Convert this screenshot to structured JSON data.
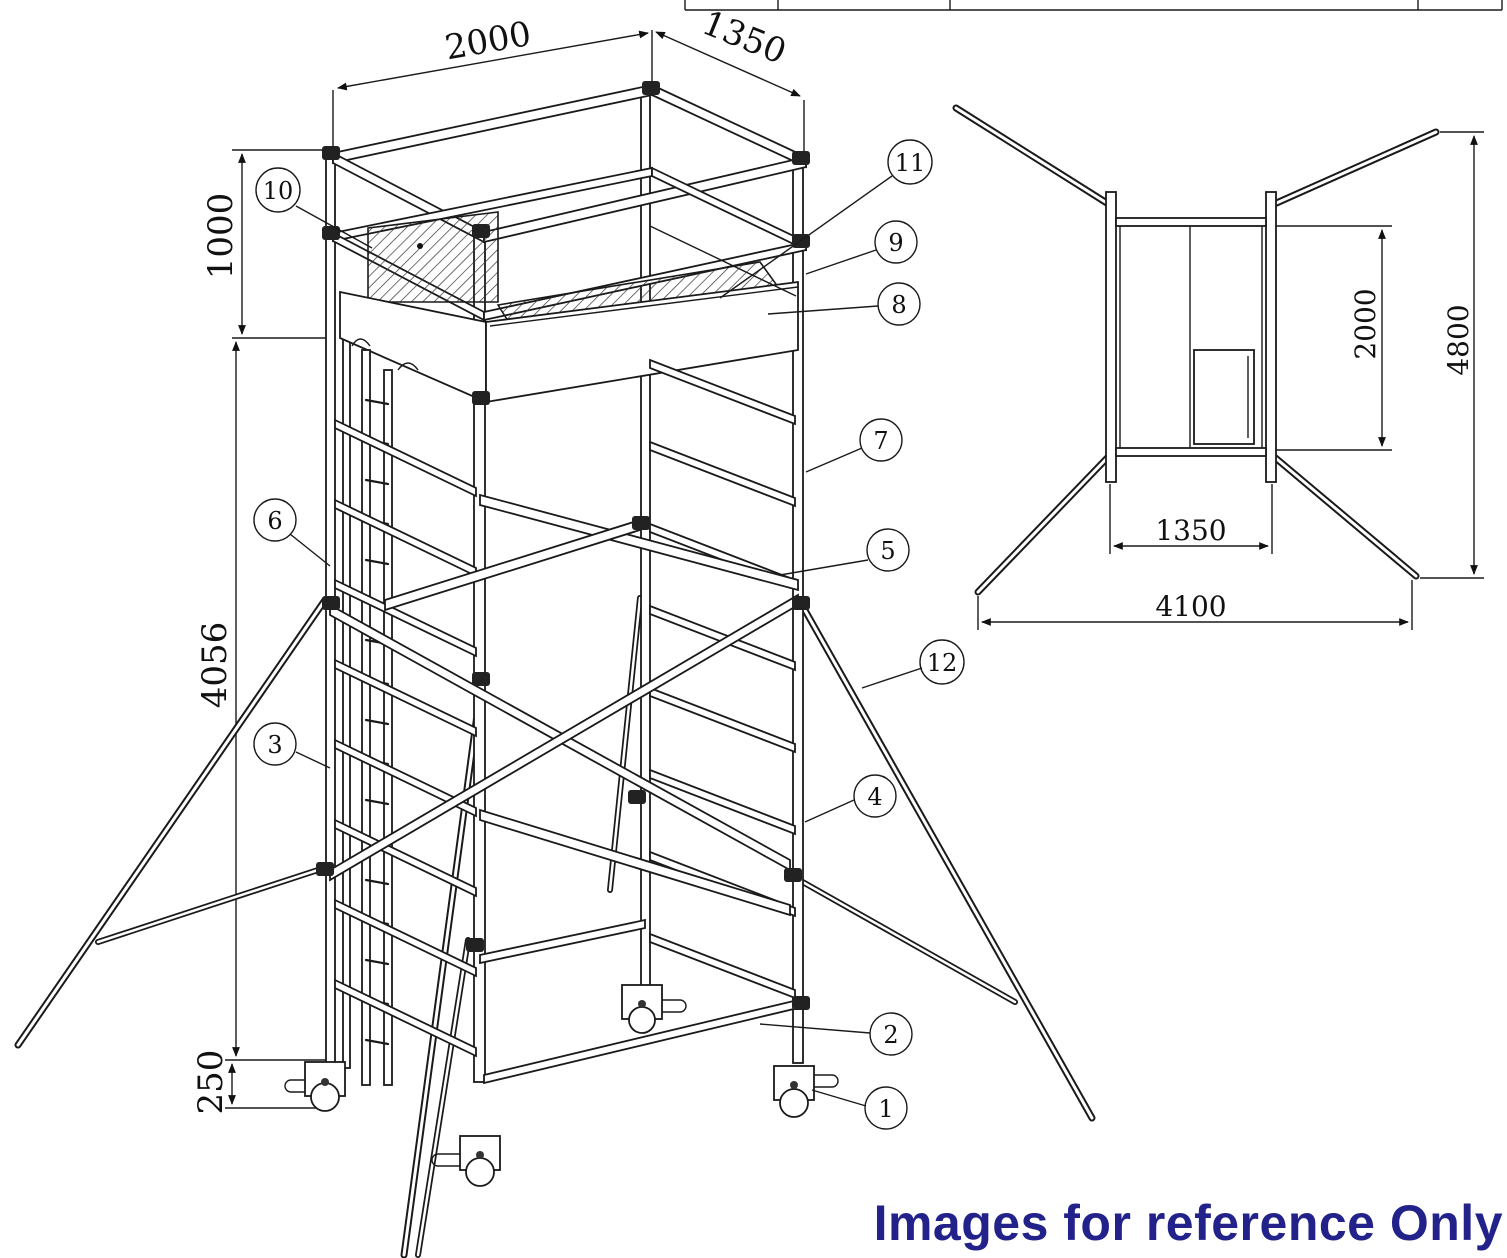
{
  "tower_view": {
    "dimensions": {
      "width": "2000",
      "depth": "1350",
      "guardrail_height": "1000",
      "working_height": "4056",
      "base_height": "250"
    },
    "callouts": [
      "1",
      "2",
      "3",
      "4",
      "5",
      "6",
      "7",
      "8",
      "9",
      "10",
      "11",
      "12"
    ]
  },
  "plan_view": {
    "dimensions": {
      "platform_length": "2000",
      "overall_length": "4800",
      "platform_width": "1350",
      "overall_width": "4100"
    }
  },
  "disclaimer": "Images for reference Only"
}
